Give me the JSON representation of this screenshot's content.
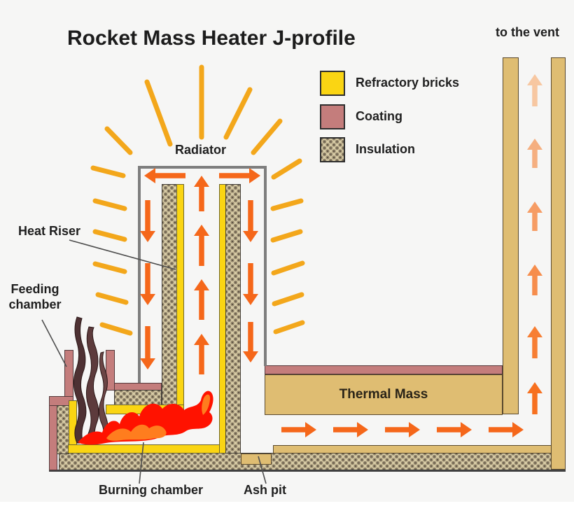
{
  "title": "Rocket Mass Heater J-profile",
  "vent_note": "to the vent",
  "legend": {
    "items": [
      {
        "key": "refractory",
        "label": "Refractory bricks",
        "color": "#FAD513"
      },
      {
        "key": "coating",
        "label": "Coating",
        "color": "#C47D7C"
      },
      {
        "key": "insulation",
        "label": "Insulation",
        "color": "#D8CCA6"
      }
    ]
  },
  "labels": {
    "radiator": "Radiator",
    "heat_riser": "Heat Riser",
    "feeding_chamber": "Feeding chamber",
    "thermal_mass": "Thermal Mass",
    "burning_chamber": "Burning chamber",
    "ash_pit": "Ash pit"
  },
  "colors": {
    "background": "#F6F6F5",
    "refractory_yellow": "#FAD513",
    "coating_pink": "#C47D7C",
    "insulation_base": "#D8CCA6",
    "insulation_dot": "#5F5444",
    "masonry_tan": "#DFBD72",
    "shell_gray": "#7E7E7E",
    "arrow": "#F5671A",
    "ray": "#F3A71B",
    "flame_red": "#FF1200",
    "flame_orange": "#FF7D1E",
    "wood_brown": "#5C3A3A",
    "text": "#1F1F1F"
  },
  "flow": {
    "rays": [
      [
        288,
        196,
        288,
        96
      ],
      [
        243,
        206,
        210,
        117
      ],
      [
        186,
        218,
        153,
        184
      ],
      [
        323,
        196,
        357,
        128
      ],
      [
        362,
        218,
        400,
        173
      ],
      [
        391,
        253,
        428,
        230
      ],
      [
        176,
        251,
        133,
        240
      ],
      [
        178,
        298,
        136,
        287
      ],
      [
        178,
        342,
        136,
        331
      ],
      [
        178,
        388,
        136,
        377
      ],
      [
        180,
        432,
        140,
        421
      ],
      [
        186,
        476,
        146,
        464
      ],
      [
        390,
        298,
        430,
        287
      ],
      [
        390,
        343,
        429,
        331
      ],
      [
        391,
        390,
        432,
        376
      ],
      [
        392,
        434,
        431,
        421
      ],
      [
        394,
        474,
        432,
        461
      ]
    ],
    "arrows": [
      [
        265,
        251,
        206,
        251
      ],
      [
        313,
        251,
        372,
        251
      ],
      [
        288,
        302,
        288,
        251
      ],
      [
        288,
        380,
        288,
        321
      ],
      [
        288,
        457,
        288,
        399
      ],
      [
        288,
        535,
        288,
        477
      ],
      [
        211,
        286,
        211,
        346
      ],
      [
        211,
        376,
        211,
        436
      ],
      [
        211,
        466,
        211,
        528
      ],
      [
        358,
        286,
        358,
        346
      ],
      [
        358,
        376,
        358,
        436
      ],
      [
        358,
        460,
        358,
        518
      ],
      [
        402,
        614,
        452,
        614
      ],
      [
        476,
        614,
        526,
        614
      ],
      [
        550,
        614,
        600,
        614
      ],
      [
        624,
        614,
        674,
        614
      ],
      [
        698,
        614,
        748,
        614
      ],
      [
        764,
        592,
        764,
        546,
        "#F7701F"
      ],
      [
        764,
        512,
        764,
        466,
        "#F77E33"
      ],
      [
        764,
        422,
        764,
        378,
        "#F68D4C"
      ],
      [
        764,
        330,
        764,
        288,
        "#F69C64"
      ],
      [
        764,
        240,
        764,
        198,
        "#F5AF80"
      ],
      [
        764,
        152,
        764,
        106,
        "#F7C7A1"
      ]
    ]
  }
}
